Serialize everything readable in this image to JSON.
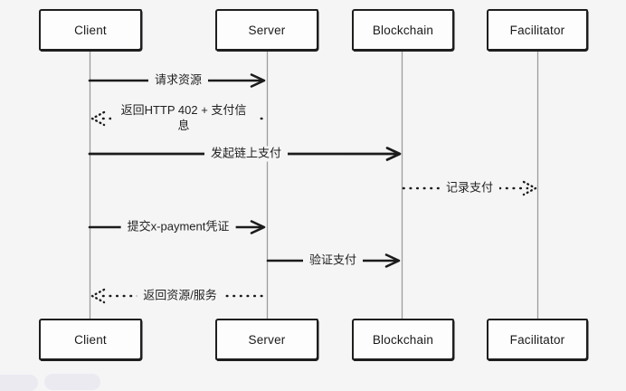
{
  "actors": [
    {
      "label": "Client"
    },
    {
      "label": "Server"
    },
    {
      "label": "Blockchain"
    },
    {
      "label": "Facilitator"
    }
  ],
  "messages": [
    {
      "label": "请求资源",
      "from": "Client",
      "to": "Server",
      "line": "solid"
    },
    {
      "label": "返回HTTP 402 + 支付信息",
      "from": "Server",
      "to": "Client",
      "line": "dashed"
    },
    {
      "label": "发起链上支付",
      "from": "Client",
      "to": "Blockchain",
      "line": "solid"
    },
    {
      "label": "记录支付",
      "from": "Blockchain",
      "to": "Facilitator",
      "line": "dashed"
    },
    {
      "label": "提交x-payment凭证",
      "from": "Client",
      "to": "Server",
      "line": "solid"
    },
    {
      "label": "验证支付",
      "from": "Server",
      "to": "Blockchain",
      "line": "solid"
    },
    {
      "label": "返回资源/服务",
      "from": "Server",
      "to": "Client",
      "line": "dashed"
    }
  ],
  "colors": {
    "background": "#f5f5f6",
    "arrow_line": "#1b1b1b",
    "lifeline": "#9c9c9c",
    "box_fill": "#fdfdfd",
    "box_border": "#1e1e1e",
    "text": "#1c1c1c"
  }
}
